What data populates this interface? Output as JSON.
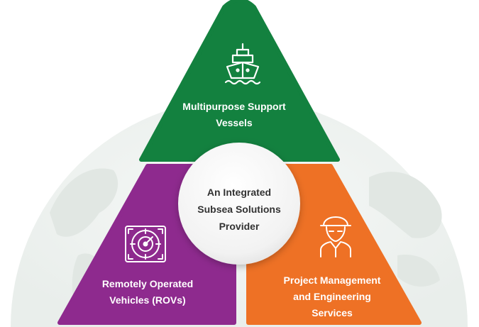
{
  "diagram": {
    "center": {
      "lines": [
        "An Integrated",
        "Subsea Solutions",
        "Provider"
      ]
    },
    "segments": {
      "top": {
        "lines": [
          "Multipurpose Support",
          "Vessels"
        ],
        "color": "#13813F",
        "icon": "ship-icon"
      },
      "left": {
        "lines": [
          "Remotely Operated",
          "Vehicles (ROVs)"
        ],
        "color": "#8E2A8E",
        "icon": "radar-target-icon"
      },
      "right": {
        "lines": [
          "Project Management",
          "and Engineering",
          "Services"
        ],
        "color": "#EE7125",
        "icon": "engineer-icon"
      }
    },
    "background": {
      "icon": "world-map-globe-icon",
      "color": "#EEF1EF"
    }
  }
}
